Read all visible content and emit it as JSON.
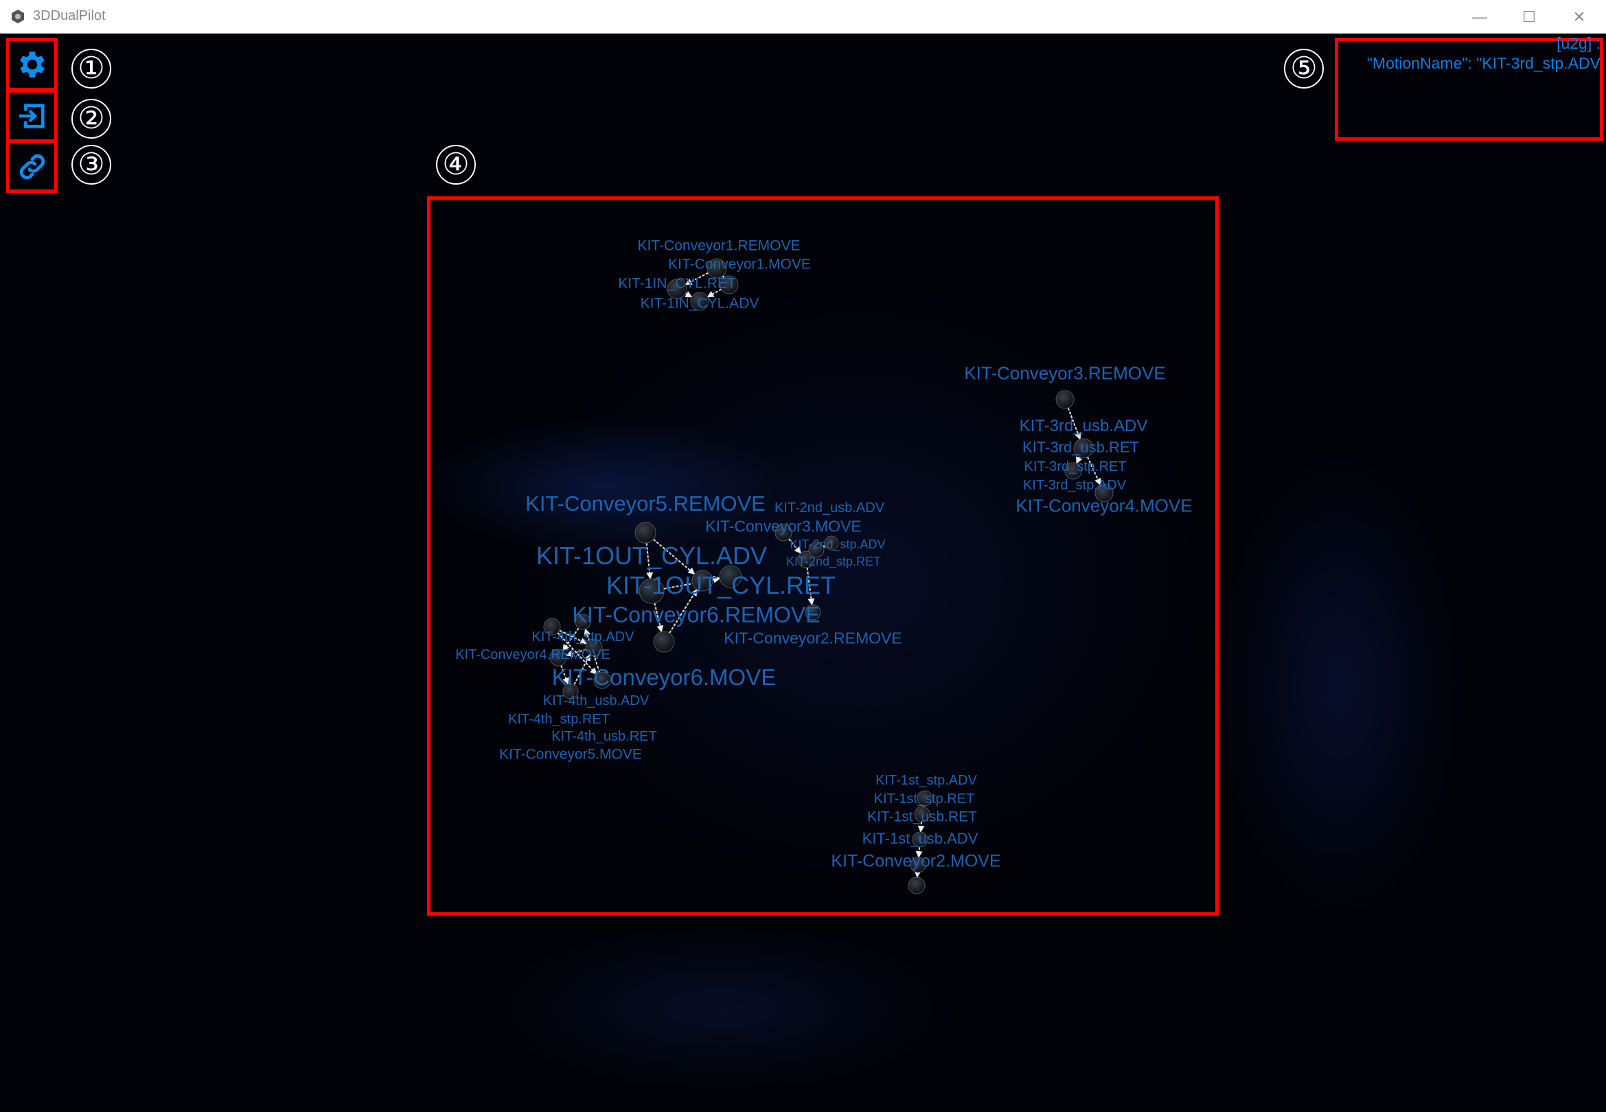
{
  "window": {
    "title": "3DDualPilot",
    "minimize": "—",
    "maximize": "☐",
    "close": "✕"
  },
  "toolbar": {
    "settings_icon": "gear-icon",
    "import_icon": "sign-in-icon",
    "connect_icon": "link-icon",
    "accent": "#0a8ff0"
  },
  "annotations": [
    "①",
    "②",
    "③",
    "④",
    "⑤"
  ],
  "info_panel": {
    "line1": "[u2g] :",
    "line2": "\"MotionName\": \"KIT-3rd_stp.ADV"
  },
  "graph": {
    "labels": [
      "KIT-Conveyor1.REMOVE",
      "KIT-Conveyor1.MOVE",
      "KIT-1IN_CYL.RET",
      "KIT-1IN_CYL.ADV",
      "KIT-Conveyor3.REMOVE",
      "KIT-3rd_usb.ADV",
      "KIT-3rd_usb.RET",
      "KIT-3rd_stp.RET",
      "KIT-3rd_stp.ADV",
      "KIT-Conveyor4.MOVE",
      "KIT-Conveyor5.REMOVE",
      "KIT-Conveyor3.MOVE",
      "KIT-2nd_stp.ADV",
      "KIT-2nd_stp.RET",
      "KIT-2nd_usb.ADV",
      "KIT-1OUT_CYL.RET",
      "KIT-Conveyor6.REMOVE",
      "KIT-1OUT_CYL.ADV",
      "KIT-Conveyor2.REMOVE",
      "KIT-Conveyor6.MOVE",
      "KIT-4th_stp.ADV",
      "KIT-Conveyor4.REMOVE",
      "KIT-4th_usb.ADV",
      "KIT-4th_stp.RET",
      "KIT-4th_usb.RET",
      "KIT-Conveyor5.MOVE",
      "KIT-1st_stp.ADV",
      "KIT-1st_stp.RET",
      "KIT-1st_usb.RET",
      "KIT-1st_usb.ADV",
      "KIT-Conveyor2.MOVE"
    ]
  }
}
